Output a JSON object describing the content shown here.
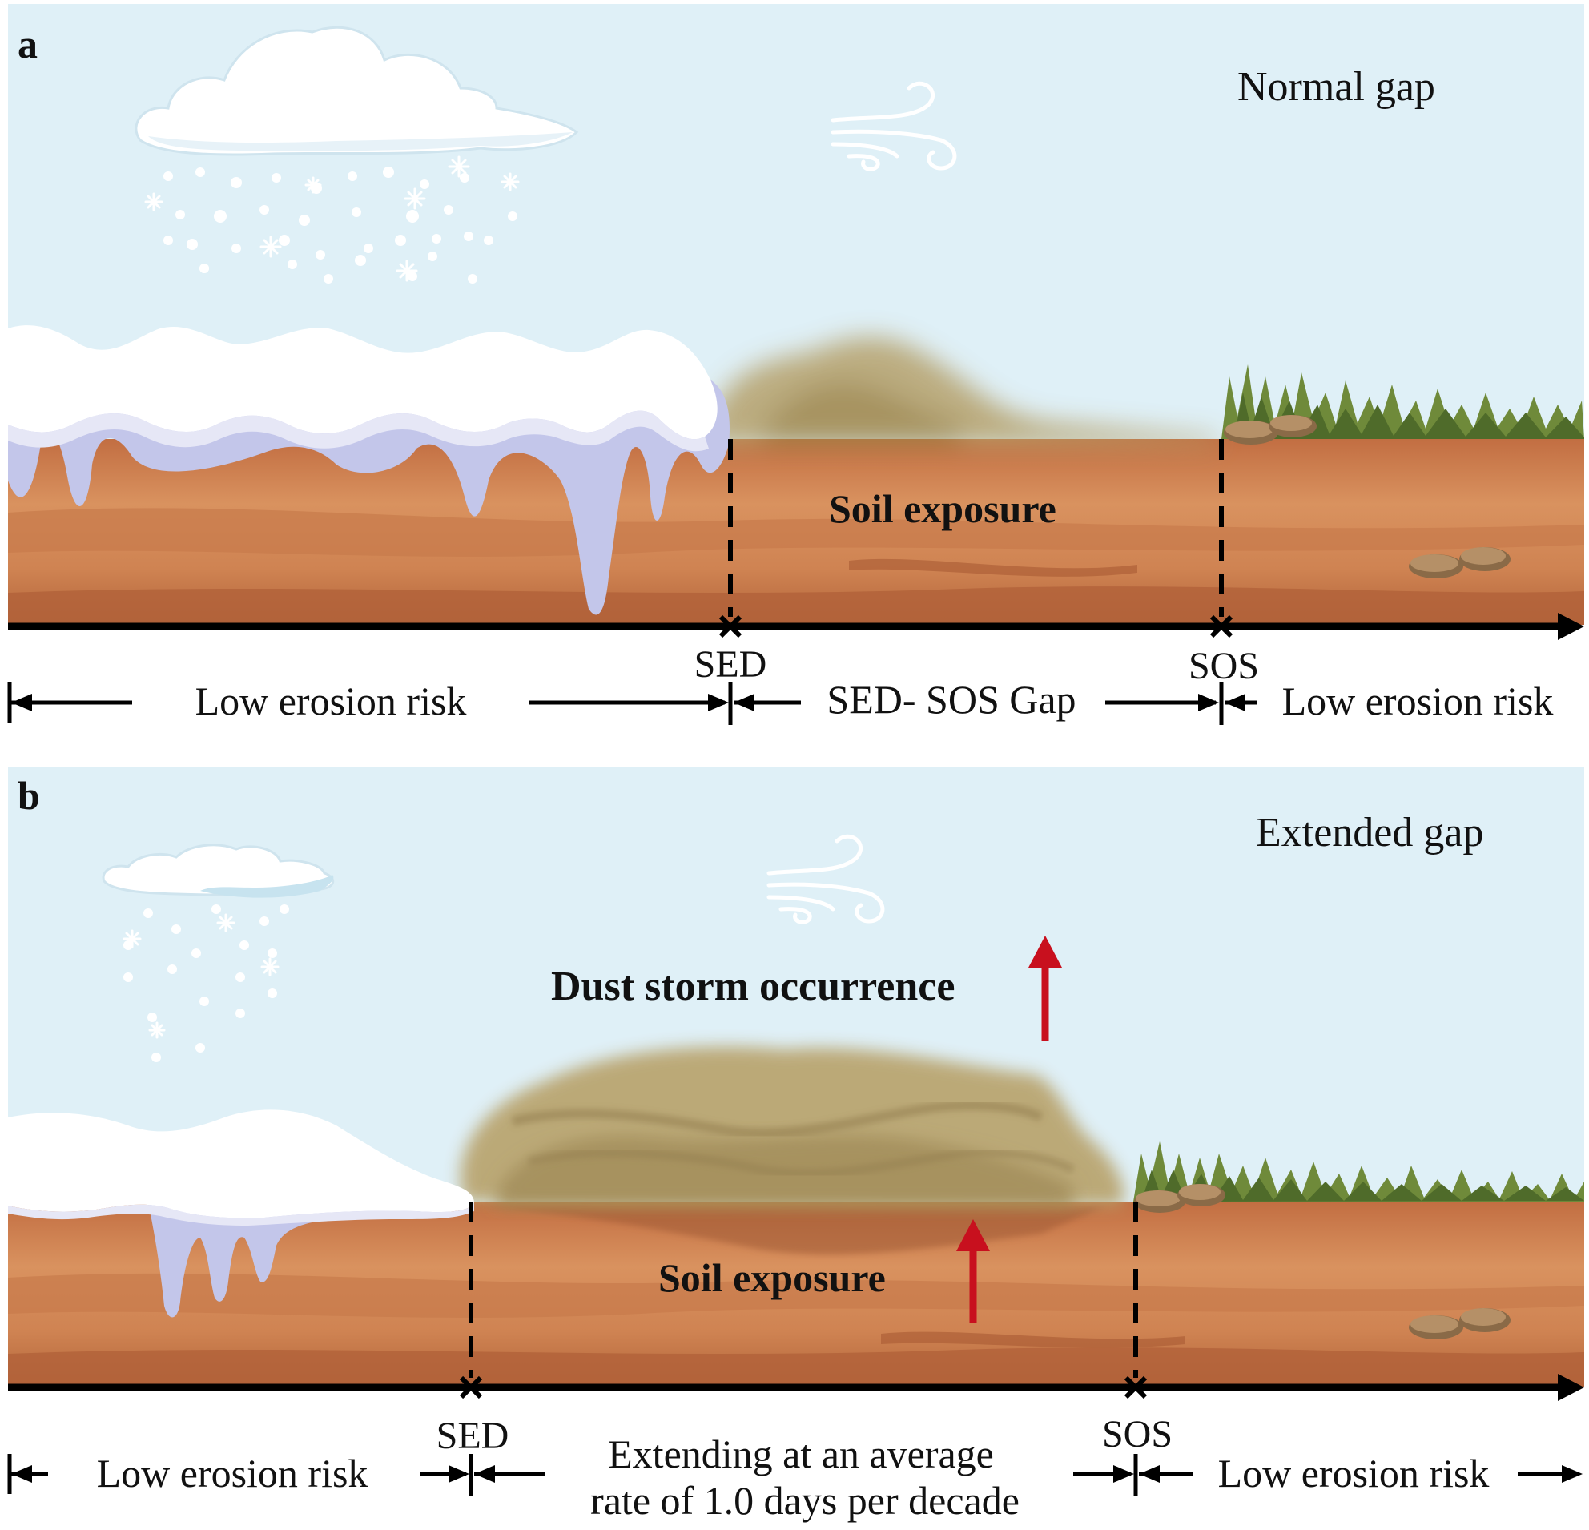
{
  "panel_a": {
    "letter": "a",
    "title": "Normal gap",
    "soil_label": "Soil exposure",
    "sed_label": "SED",
    "sos_label": "SOS",
    "left_risk": "Low erosion risk",
    "gap_label": "SED- SOS Gap",
    "right_risk": "Low erosion risk"
  },
  "panel_b": {
    "letter": "b",
    "title": "Extended gap",
    "dust_label": "Dust storm occurrence",
    "soil_label": "Soil exposure",
    "sed_label": "SED",
    "sos_label": "SOS",
    "left_risk": "Low erosion risk",
    "gap_line1": "Extending at an average",
    "gap_line2": "rate of 1.0 days per decade",
    "right_risk": "Low erosion risk"
  },
  "colors": {
    "sky": "#dff0f7",
    "soil": "#d58b5a",
    "soil_dark": "#b8683e",
    "snow": "#ffffff",
    "snow_shadow": "#c3c6ea",
    "dust": "#b49a5a",
    "grass": "#6f8a3a",
    "arrow_up": "#c8101e",
    "axis": "#000000"
  }
}
